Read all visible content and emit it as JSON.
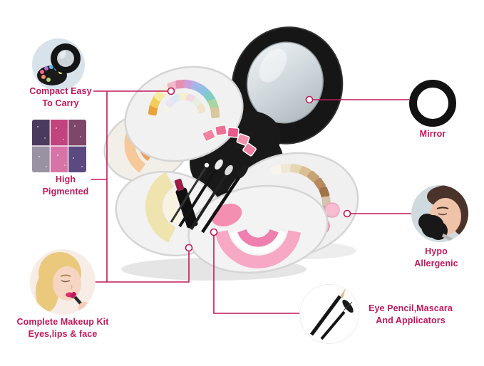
{
  "colors": {
    "accent": "#c2185b",
    "connector_line": "#c2185b",
    "background": "#ffffff"
  },
  "callouts": {
    "compact": {
      "label": "Compact Easy\nTo Carry",
      "image": "compact-palette-photo"
    },
    "pigment": {
      "label": "High\nPigmented",
      "image": "pigment-swatches-photo"
    },
    "complete": {
      "label": "Complete Makeup Kit\nEyes,lips & face",
      "image": "woman-lipstick-photo"
    },
    "mirror": {
      "label": "Mirror",
      "image": "mirror-ring-photo"
    },
    "hypo": {
      "label": "Hypo\nAllergenic",
      "image": "woman-brush-photo"
    },
    "applicators": {
      "label": "Eye Pencil,Mascara\nAnd Applicators",
      "image": "pencil-mascara-photo"
    }
  }
}
